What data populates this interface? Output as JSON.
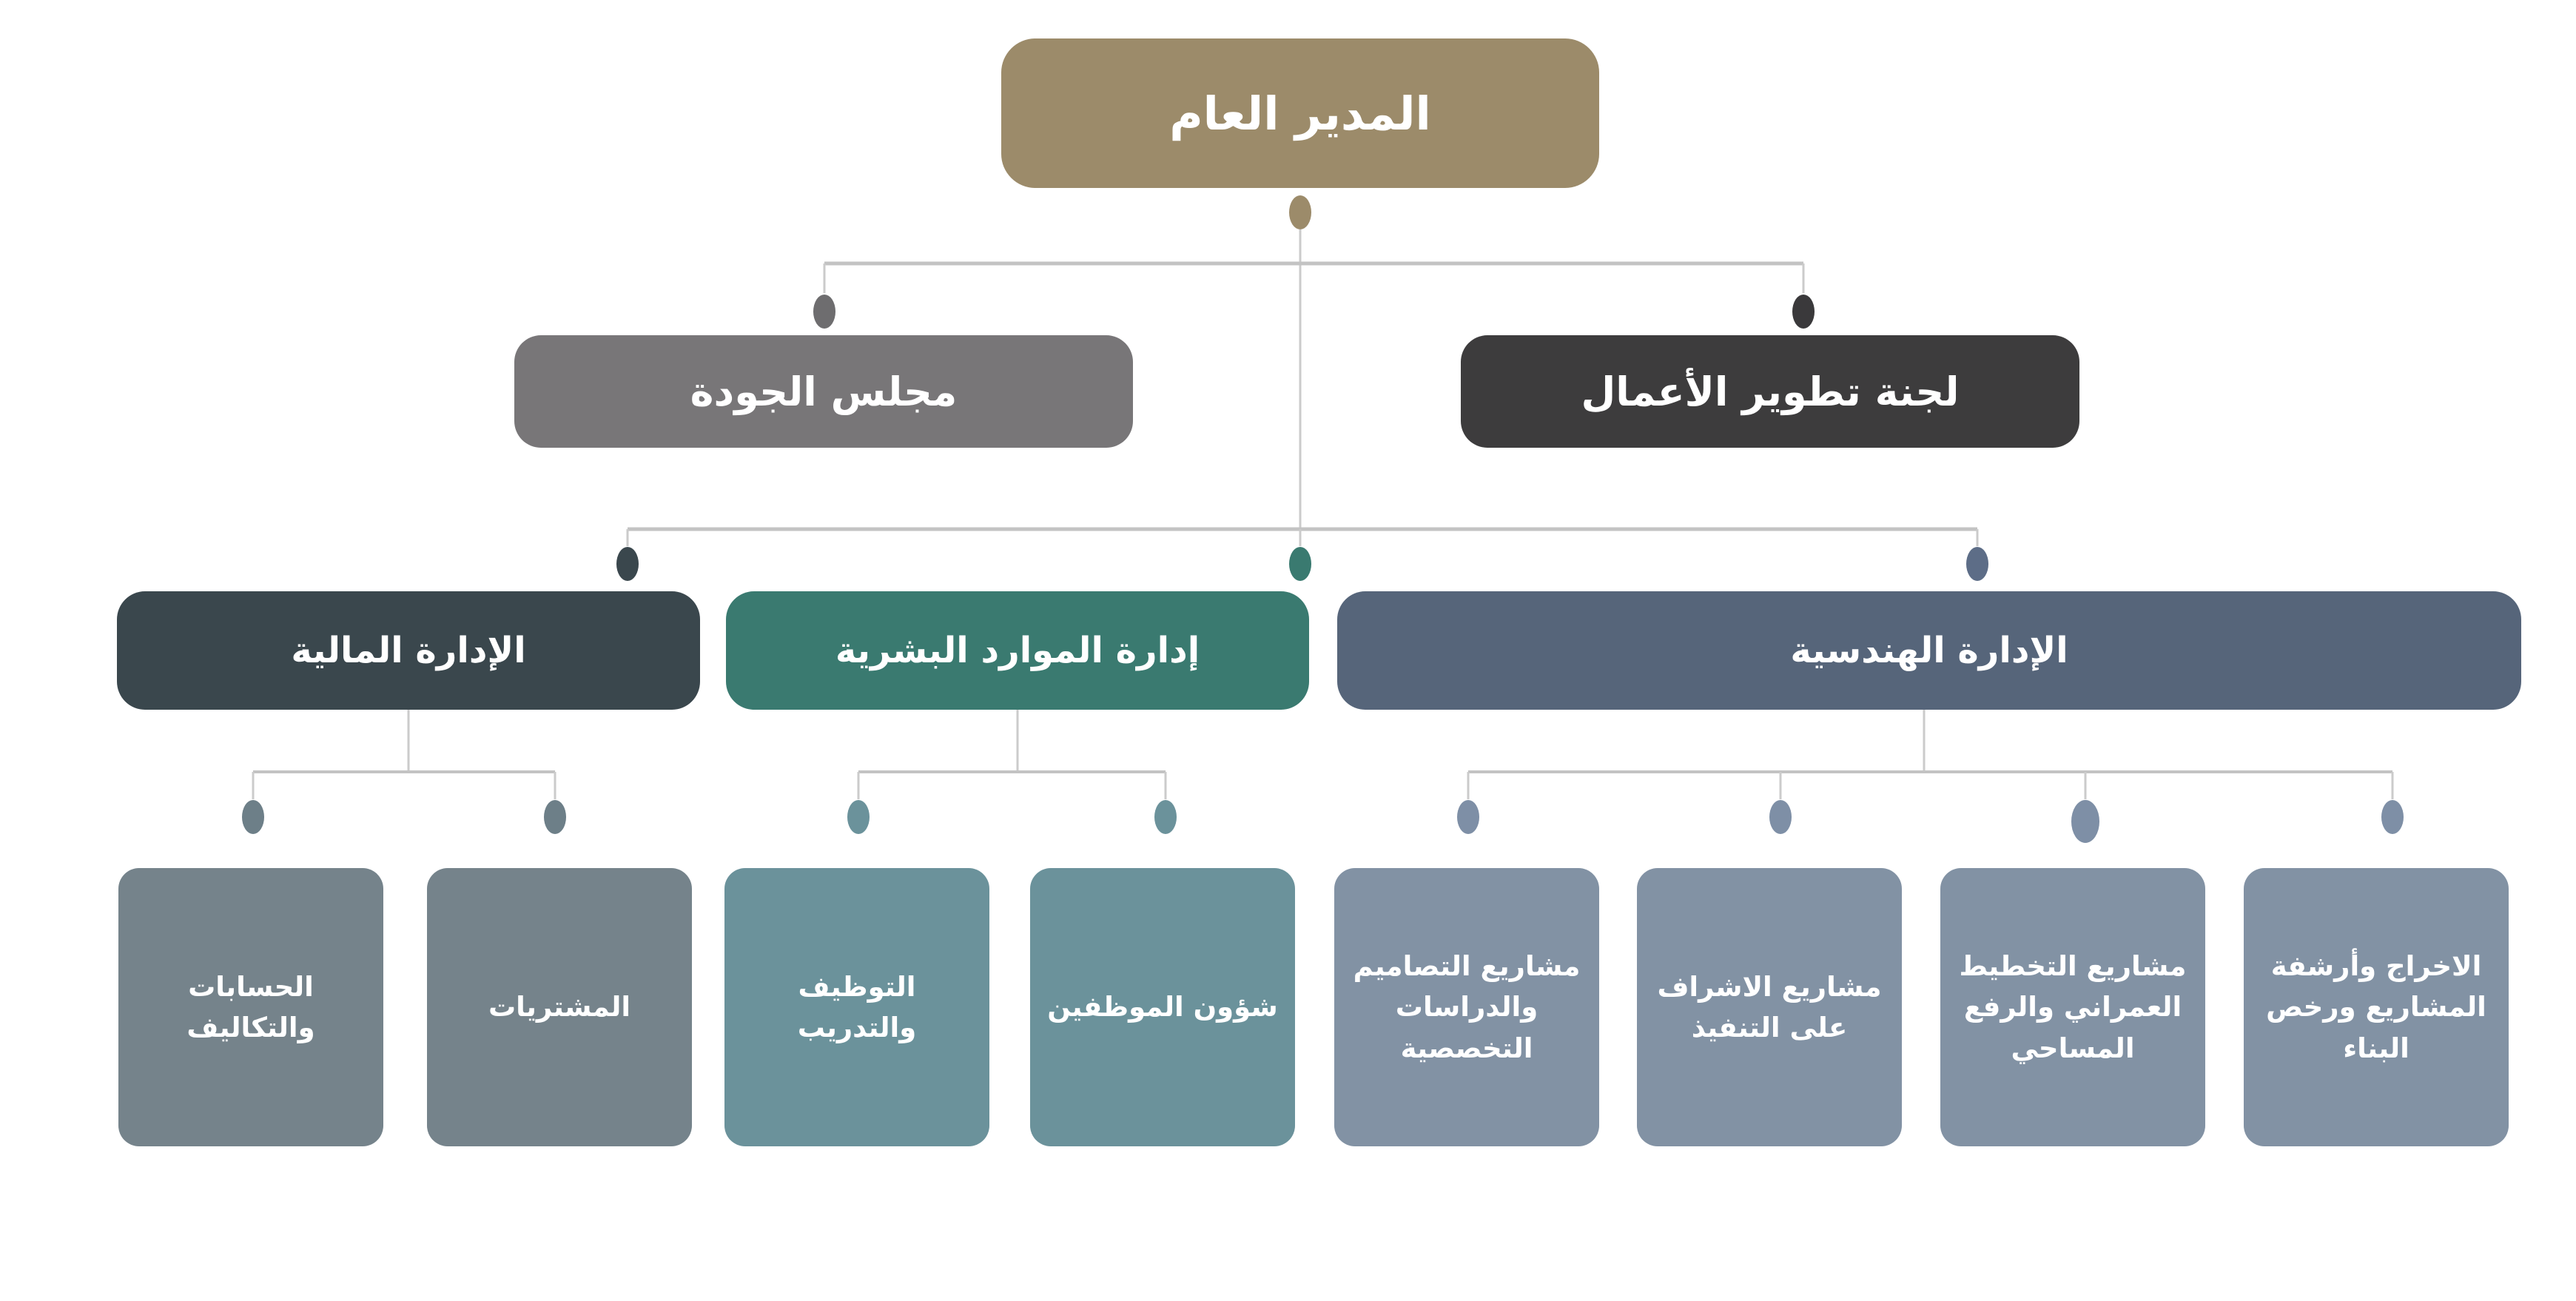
{
  "chart": {
    "type": "org-chart",
    "direction": "rtl",
    "background": "#ffffff",
    "text_color": "#ffffff",
    "connector_color": "#c6c6c6",
    "root": {
      "id": "general-manager",
      "label": "المدير العام",
      "color": "#9c8b6a",
      "dot_color": "#9c8b6a"
    },
    "committees": [
      {
        "id": "business-development-committee",
        "label": "لجنة تطوير الأعمال",
        "color": "#3d3c3d",
        "dot_color": "#3a393b",
        "side": "right"
      },
      {
        "id": "quality-council",
        "label": "مجلس الجودة",
        "color": "#787678",
        "dot_color": "#6e6d6f",
        "side": "left"
      }
    ],
    "departments": [
      {
        "id": "engineering-department",
        "label": "الإدارة الهندسية",
        "color": "#56657a",
        "dot_color": "#5d6d87",
        "unit_color": "#8292a4",
        "unit_dot_color": "#7e8fa6",
        "units": [
          {
            "id": "project-output-archiving-permits",
            "label": "الاخراج وأرشفة المشاريع ورخص البناء"
          },
          {
            "id": "urban-planning-surveying-projects",
            "label": "مشاريع التخطيط العمراني والرفع المساحي"
          },
          {
            "id": "execution-supervision-projects",
            "label": "مشاريع الاشراف على التنفيذ"
          },
          {
            "id": "design-studies-projects",
            "label": "مشاريع التصاميم والدراسات التخصصية"
          }
        ]
      },
      {
        "id": "hr-department",
        "label": "إدارة الموارد البشرية",
        "color": "#3a7a70",
        "dot_color": "#3a7a70",
        "unit_color": "#6b929b",
        "unit_dot_color": "#6b929b",
        "units": [
          {
            "id": "employee-affairs",
            "label": "شؤون الموظفين"
          },
          {
            "id": "recruitment-training",
            "label": "التوظيف والتدريب"
          }
        ]
      },
      {
        "id": "finance-department",
        "label": "الإدارة المالية",
        "color": "#3a474d",
        "dot_color": "#3a474d",
        "unit_color": "#75838b",
        "unit_dot_color": "#6d7f88",
        "units": [
          {
            "id": "procurement",
            "label": "المشتريات"
          },
          {
            "id": "accounts-costs",
            "label": "الحسابات والتكاليف"
          }
        ]
      }
    ]
  }
}
